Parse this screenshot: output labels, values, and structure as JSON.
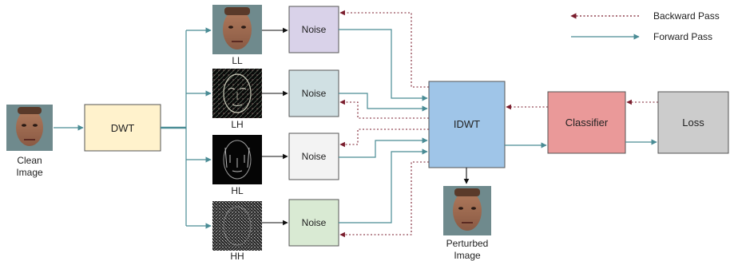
{
  "legend": {
    "backward_label": "Backward Pass",
    "forward_label": "Forward Pass"
  },
  "input": {
    "label_line1": "Clean",
    "label_line2": "Image"
  },
  "dwt": {
    "label": "DWT"
  },
  "subbands": [
    {
      "id": "ll",
      "label": "LL",
      "noise_label": "Noise",
      "noise_color": "#d9d2e9"
    },
    {
      "id": "lh",
      "label": "LH",
      "noise_label": "Noise",
      "noise_color": "#d0e0e3"
    },
    {
      "id": "hl",
      "label": "HL",
      "noise_label": "Noise",
      "noise_color": "#f3f3f3"
    },
    {
      "id": "hh",
      "label": "HH",
      "noise_label": "Noise",
      "noise_color": "#d9ead3"
    }
  ],
  "idwt": {
    "label": "IDWT",
    "color": "#9fc5e8"
  },
  "classifier": {
    "label": "Classifier",
    "color": "#ea9999"
  },
  "loss": {
    "label": "Loss",
    "color": "#cccccc"
  },
  "output": {
    "label_line1": "Perturbed",
    "label_line2": "Image"
  },
  "colors": {
    "forward": "#4a8c95",
    "backward": "#7a1c2c",
    "dwt_fill": "#fff2cc",
    "face_skin": "#c08a6a",
    "face_bg": "#7f9a9c"
  }
}
